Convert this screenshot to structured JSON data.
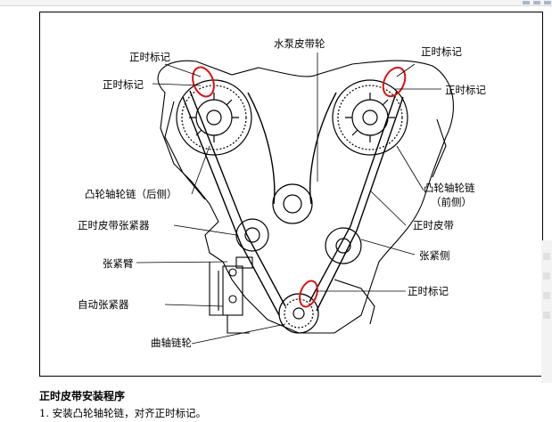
{
  "figure": {
    "labels": {
      "timing_mark_top_left_upper": "正时标记",
      "timing_mark_top_left_lower": "正时标记",
      "water_pump_pulley": "水泵皮带轮",
      "timing_mark_top_right_upper": "正时标记",
      "timing_mark_top_right_lower": "正时标记",
      "cam_sprocket_chain_rear": "凸轮轴轮链（后侧）",
      "cam_sprocket_chain_front_line1": "凸轮轴轮链",
      "cam_sprocket_chain_front_line2": "（前侧）",
      "timing_belt_tensioner": "正时皮带张紧器",
      "timing_belt": "正时皮带",
      "tensioner_arm": "张紧臂",
      "tension_side": "张紧侧",
      "timing_mark_crank": "正时标记",
      "auto_tensioner": "自动张紧器",
      "crankshaft_sprocket": "曲轴链轮"
    },
    "highlight_color": "#e01010"
  },
  "section": {
    "title": "正时皮带安装程序",
    "steps": [
      "1.  安装凸轮轴轮链，对齐正时标记。"
    ]
  }
}
